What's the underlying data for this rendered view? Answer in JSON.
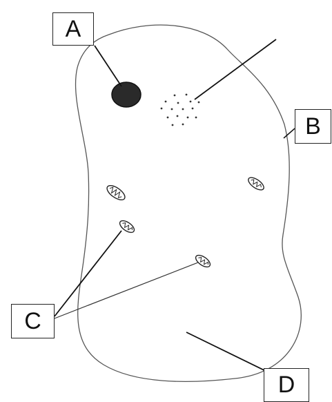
{
  "labels": {
    "a": "A",
    "b": "B",
    "c": "C",
    "d": "D"
  },
  "colors": {
    "outline": "#555555",
    "ink": "#1a1a1a",
    "nucleus": "#2a2a2a",
    "background": "#ffffff"
  }
}
